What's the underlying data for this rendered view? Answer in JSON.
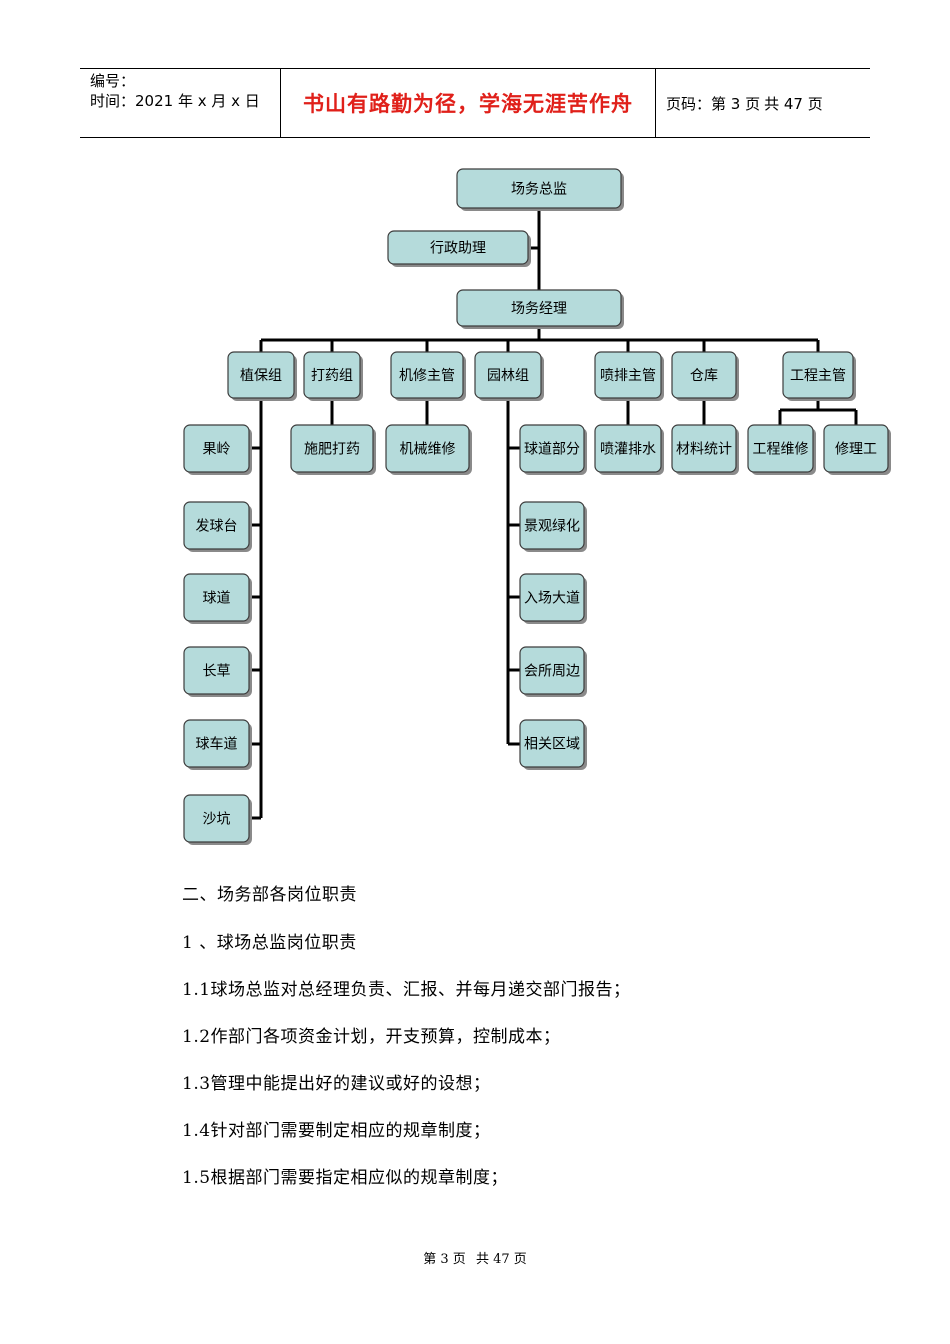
{
  "header": {
    "number_label": "编号：",
    "time_label": "时间：2021 年 x 月 x 日",
    "motto": "书山有路勤为径，学海无涯苦作舟",
    "page_label": "页码：第 3 页",
    "total_label": "共 47 页"
  },
  "org": {
    "director": "场务总监",
    "admin_assistant": "行政助理",
    "manager": "场务经理",
    "departments": [
      {
        "name": "植保组",
        "subs": [
          "果岭",
          "发球台",
          "球道",
          "长草",
          "球车道",
          "沙坑"
        ]
      },
      {
        "name": "打药组",
        "subs": [
          "施肥打药"
        ]
      },
      {
        "name": "机修主管",
        "subs": [
          "机械维修"
        ]
      },
      {
        "name": "园林组",
        "subs": [
          "球道部分",
          "景观绿化",
          "入场大道",
          "会所周边",
          "相关区域"
        ]
      },
      {
        "name": "喷排主管",
        "subs": [
          "喷灌排水"
        ]
      },
      {
        "name": "仓库",
        "subs": [
          "材料统计"
        ]
      },
      {
        "name": "工程主管",
        "subs": [
          "工程维修",
          "修理工"
        ]
      }
    ]
  },
  "content": {
    "section_title": "二、场务部各岗位职责",
    "subsection_title": "1 、球场总监岗位职责",
    "items": [
      "1.1球场总监对总经理负责、汇报、并每月递交部门报告；",
      "1.2作部门各项资金计划，开支预算，控制成本；",
      "1.3管理中能提出好的建议或好的设想；",
      "1.4针对部门需要制定相应的规章制度；",
      "1.5根据部门需要指定相应似的规章制度；"
    ]
  },
  "footer": {
    "page": "第 3 页",
    "total": "共 47 页"
  },
  "colors": {
    "motto": "#e0201a",
    "node_fill": "#b5dbdb",
    "node_stroke": "#3c3c3c"
  }
}
